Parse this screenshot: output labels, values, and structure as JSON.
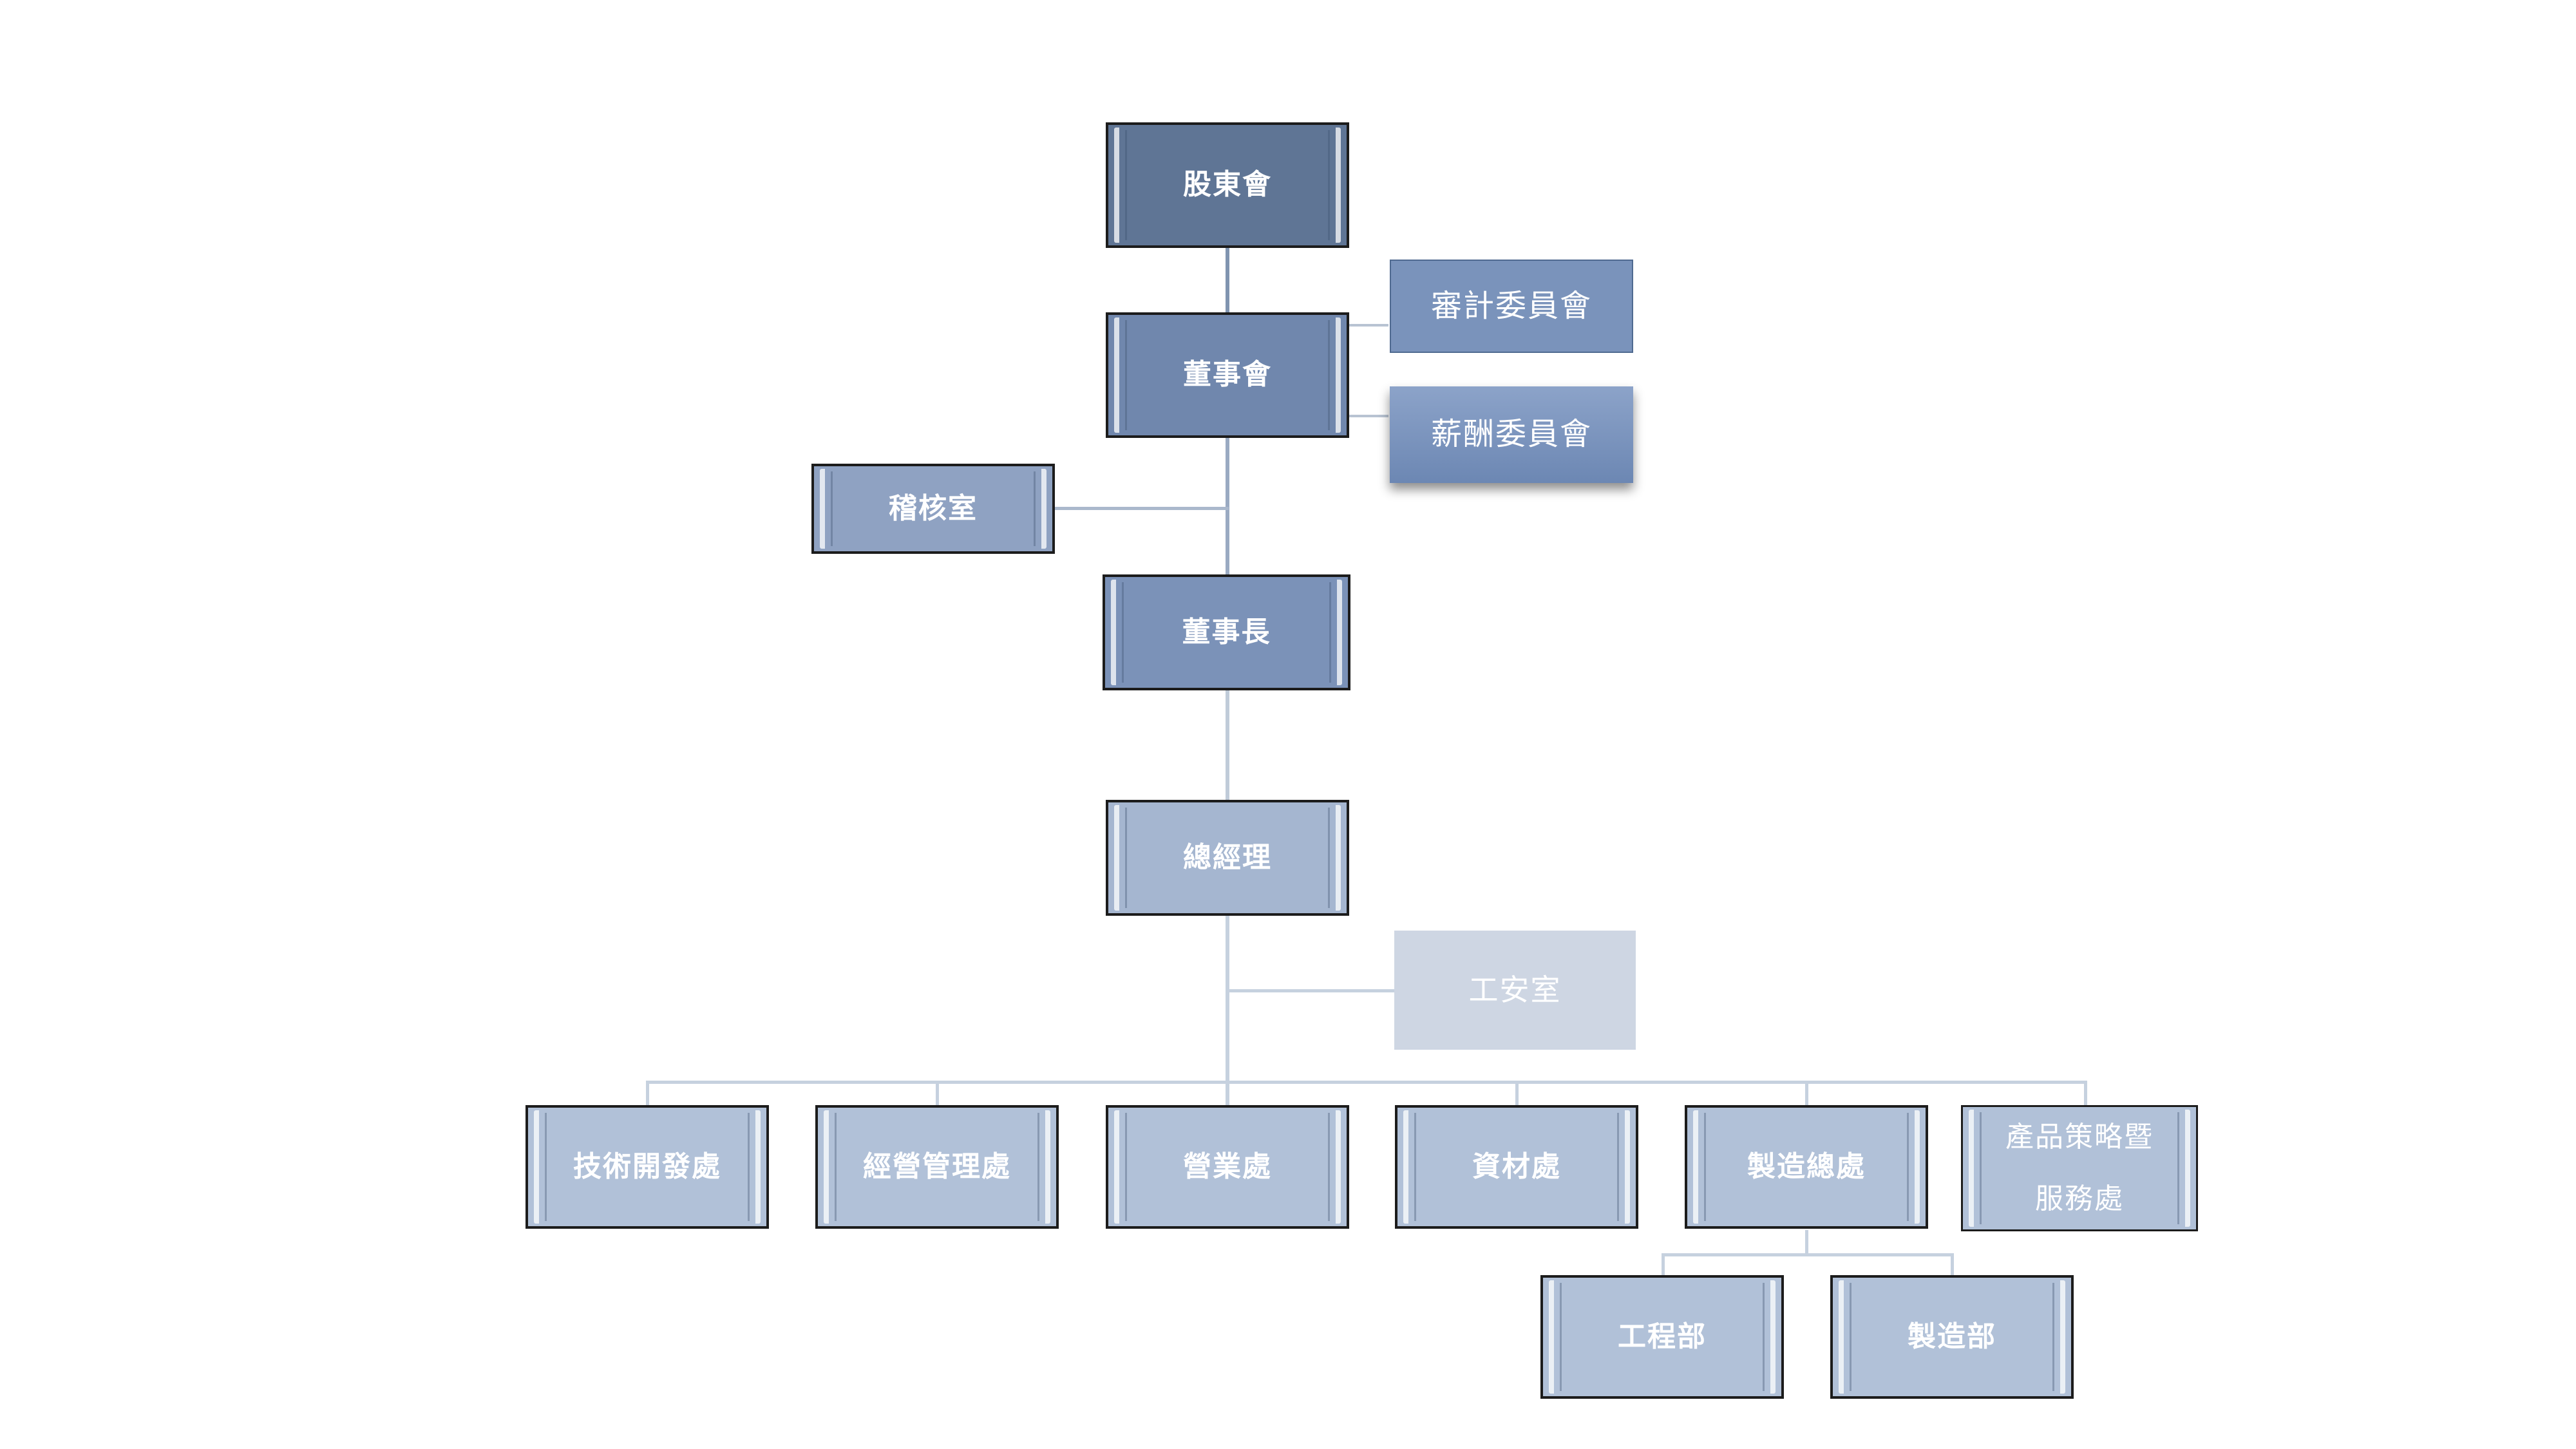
{
  "org_chart": {
    "shareholders": "股東會",
    "board": "董事會",
    "audit_committee": "審計委員會",
    "remuneration_committee": "薪酬委員會",
    "audit_office": "稽核室",
    "chairman": "董事長",
    "general_manager": "總經理",
    "safety_office": "工安室",
    "departments": [
      "技術開發處",
      "經營管理處",
      "營業處",
      "資材處",
      "製造總處"
    ],
    "product_strategy": {
      "line1": "產品策略暨",
      "line2": "服務處"
    },
    "manufacturing_units": [
      "工程部",
      "製造部"
    ]
  },
  "colors": {
    "dark": "#5f7595",
    "mid": "#7087ad",
    "light": "#9aabc8",
    "pale": "#b1c1d8",
    "faint": "#ced6e3",
    "line": "#c6d1df"
  }
}
